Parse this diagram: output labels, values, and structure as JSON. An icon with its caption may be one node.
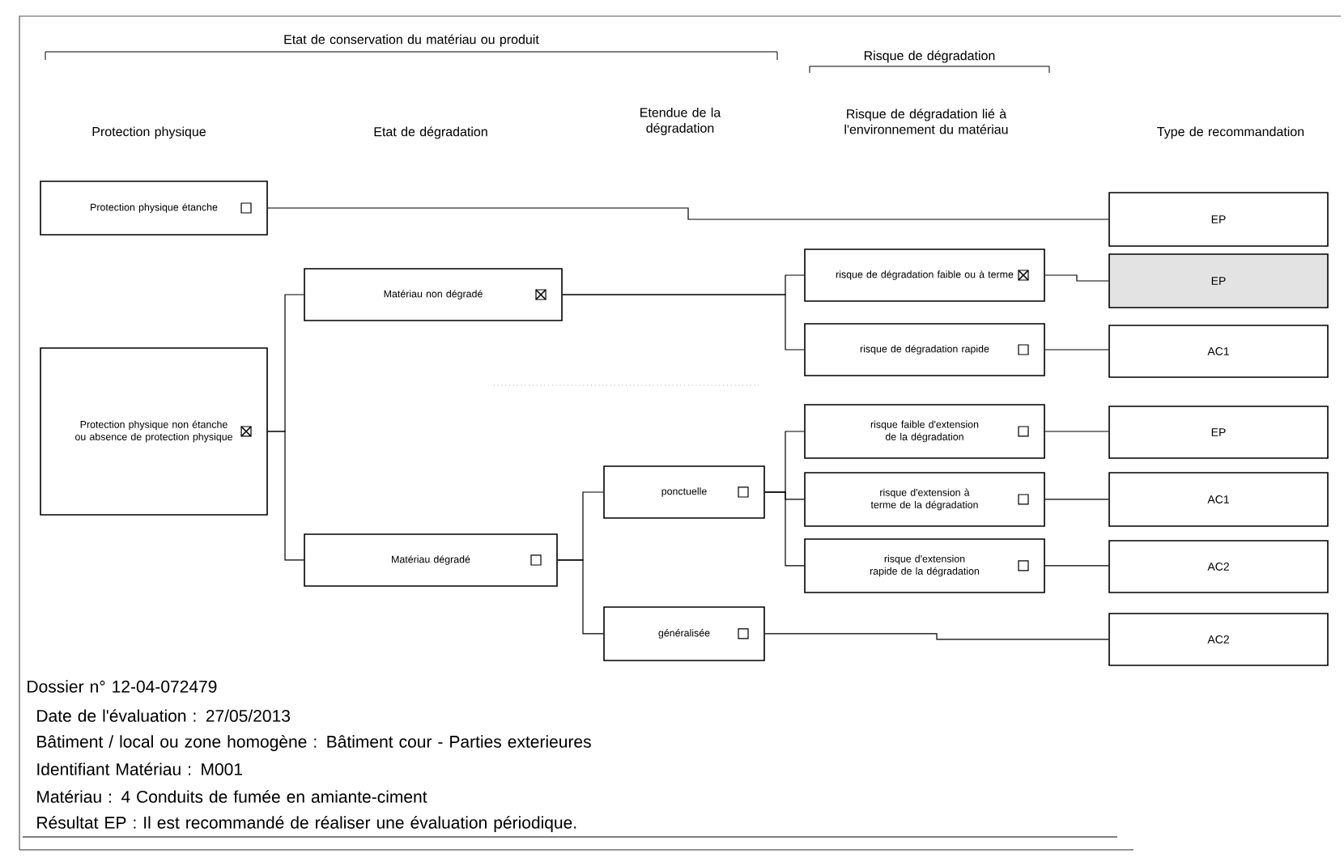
{
  "diagram": {
    "nodes": [
      {
        "text": [
          "Protection physique étanche"
        ]
      },
      {
        "text": [
          "Protection physique non étanche ou absence de protection physique"
        ]
      },
      {
        "text": [
          "Matériau non dégradé"
        ]
      },
      {
        "text": [
          "Matériau dégradé"
        ]
      },
      {
        "text": [
          "ponctuelle"
        ]
      },
      {
        "text": [
          "généralisée"
        ]
      },
      {
        "text": [
          "risque de dégradation faible ou à terme"
        ]
      },
      {
        "text": [
          "risque de dégradation rapide"
        ]
      },
      {
        "text": [
          "risque faible d'extension de la dégradation"
        ]
      },
      {
        "text": [
          "risque d'extension à terme de la dégradation"
        ]
      },
      {
        "text": [
          "risque d'extension rapide de la dégradation"
        ]
      },
      {
        "text": [
          "EP"
        ]
      },
      {
        "text": [
          "EP"
        ]
      },
      {
        "text": [
          "AC1"
        ]
      },
      {
        "text": [
          "EP"
        ]
      },
      {
        "text": [
          "AC1"
        ]
      },
      {
        "text": [
          "AC2"
        ]
      },
      {
        "text": [
          "AC2"
        ]
      }
    ],
    "edges": [
      {
        "from": 0,
        "to": 11,
        "arrow": "none"
      },
      {
        "from": 1,
        "to": 2,
        "arrow": "none"
      },
      {
        "from": 1,
        "to": 3,
        "arrow": "none"
      },
      {
        "from": 2,
        "to": 6,
        "arrow": "none"
      },
      {
        "from": 2,
        "to": 7,
        "arrow": "none"
      },
      {
        "from": 3,
        "to": 4,
        "arrow": "none"
      },
      {
        "from": 3,
        "to": 5,
        "arrow": "none"
      },
      {
        "from": 4,
        "to": 8,
        "arrow": "none"
      },
      {
        "from": 4,
        "to": 9,
        "arrow": "none"
      },
      {
        "from": 4,
        "to": 10,
        "arrow": "none"
      },
      {
        "from": 5,
        "to": 17,
        "arrow": "none"
      },
      {
        "from": 6,
        "to": 12,
        "arrow": "none"
      },
      {
        "from": 7,
        "to": 13,
        "arrow": "none"
      },
      {
        "from": 8,
        "to": 14,
        "arrow": "none"
      },
      {
        "from": 9,
        "to": 15,
        "arrow": "none"
      },
      {
        "from": 10,
        "to": 16,
        "arrow": "none"
      }
    ],
    "labels": [
      "Etat de conservation du matériau ou produit",
      "Risque de dégradation",
      "Protection physique",
      "Etat de dégradation",
      "Etendue de la dégradation",
      "Risque de dégradation lié à l'environnement du matériau",
      "Type de recommandation",
      "Dossier n° 12-04-072479",
      "Date de l'évaluation : 27/05/2013",
      "Bâtiment / local ou zone homogène : Bâtiment cour - Parties exterieures",
      "Identifiant Matériau : M001",
      "Matériau : 4 Conduits de fumée en amiante-ciment",
      "Résultat EP : Il est recommandé de réaliser une évaluation périodique."
    ]
  }
}
